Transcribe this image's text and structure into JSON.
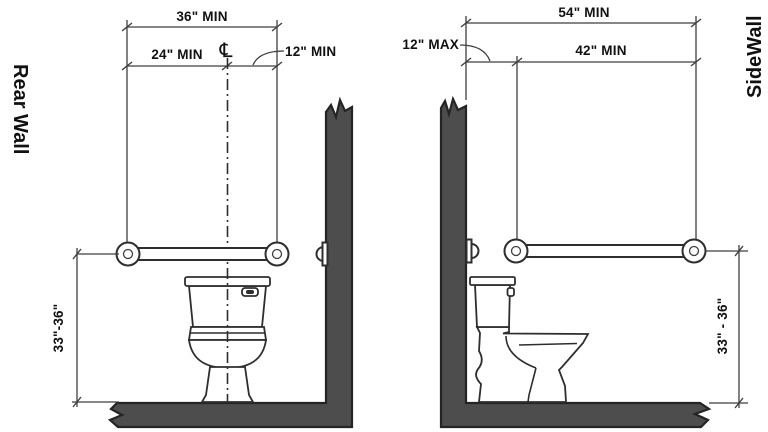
{
  "colors": {
    "background": "#ffffff",
    "line": "#2e2e2e",
    "dimension_line": "#3f3f3f",
    "wall_fill": "#4d4d4d",
    "wall_outline": "#242424",
    "text": "#111111"
  },
  "rear_wall_view": {
    "label": "Rear Wall",
    "dim_total": "36\" MIN",
    "dim_left": "24\" MIN",
    "dim_right": "12\" MIN",
    "centerline_symbol": "℄",
    "dim_height": "33\"-36\""
  },
  "side_wall_view": {
    "label": "SideWall",
    "dim_total": "54\" MIN",
    "dim_offset": "12\" MAX",
    "dim_bar": "42\" MIN",
    "dim_height": "33\" - 36\""
  }
}
